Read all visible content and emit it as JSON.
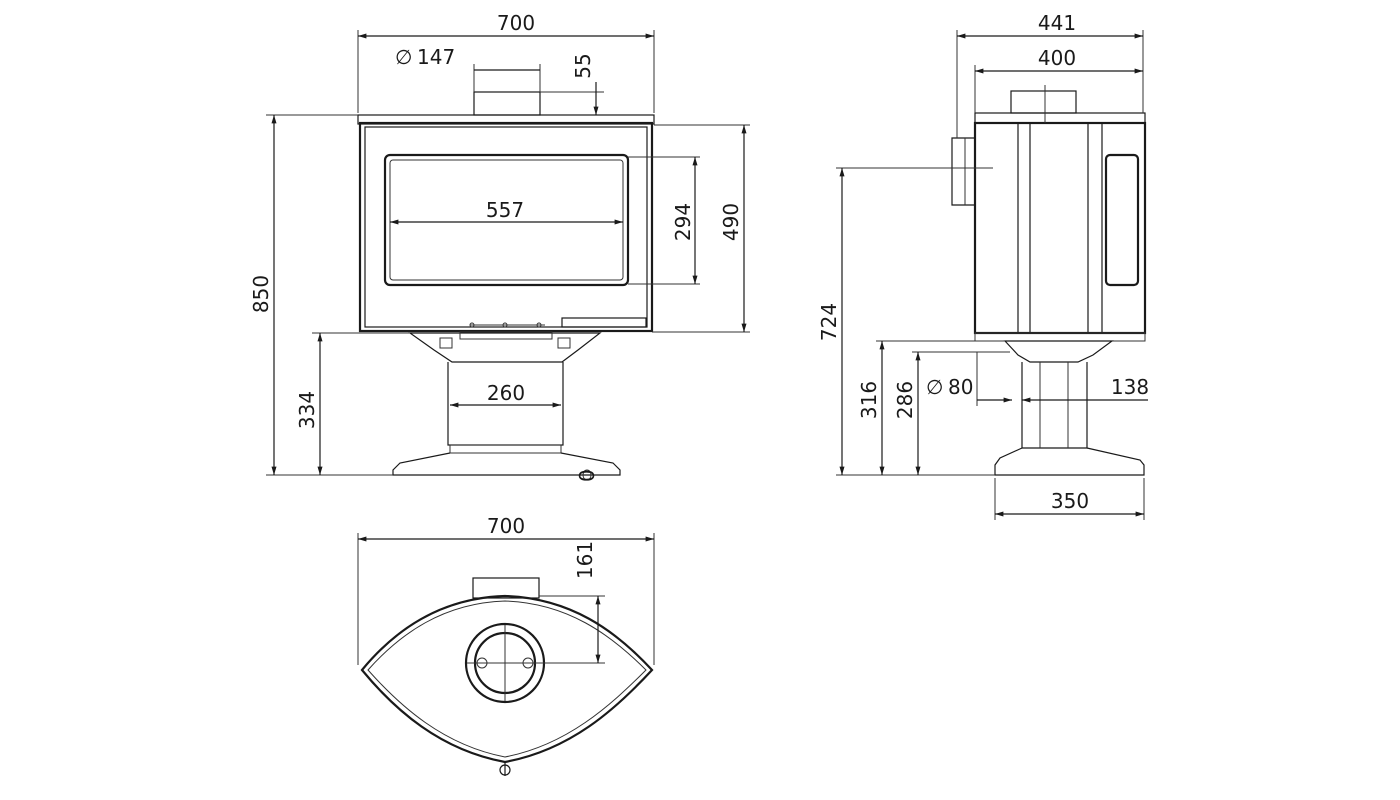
{
  "colors": {
    "line": "#1a1a1a",
    "background": "#ffffff"
  },
  "front_view": {
    "width": "700",
    "flue_diameter": "147",
    "diameter_symbol": "∅",
    "flue_height": "55",
    "glass_width": "557",
    "glass_height": "294",
    "body_height": "490",
    "total_height": "850",
    "pedestal_height": "334",
    "column_width": "260",
    "base_mark": "0"
  },
  "side_view": {
    "total_depth": "441",
    "body_depth": "400",
    "flue_axis_height": "724",
    "air_inlet_height_outer": "316",
    "air_inlet_height_inner": "286",
    "air_inlet_diameter": "80",
    "diameter_symbol": "∅",
    "air_inlet_offset": "138",
    "base_width": "350"
  },
  "top_view": {
    "width": "700",
    "flue_offset": "161"
  }
}
